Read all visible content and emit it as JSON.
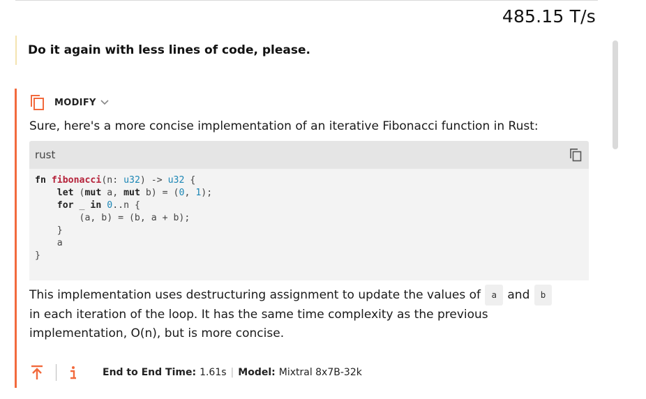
{
  "speed": "485.15 T/s",
  "user_message": "Do it again with less lines of code, please.",
  "assistant": {
    "modify_label": "MODIFY",
    "intro": "Sure, here's a more concise implementation of an iterative Fibonacci function in Rust:",
    "code_language": "rust",
    "code_lines": [
      "fn fibonacci(n: u32) -> u32 {",
      "    let (mut a, mut b) = (0, 1);",
      "    for _ in 0..n {",
      "        (a, b) = (b, a + b);",
      "    }",
      "    a",
      "}"
    ],
    "explanation_part1": "This implementation uses destructuring assignment to update the values of",
    "inline_a": "a",
    "explanation_and": "and",
    "inline_b": "b",
    "explanation_part2": " in each iteration of the loop. It has the same time complexity as the previous implementation, O(n), but is more concise."
  },
  "footer": {
    "e2e_label": "End to End Time:",
    "e2e_value": "1.61s",
    "separator": "|",
    "model_label": "Model:",
    "model_value": "Mixtral 8x7B-32k"
  },
  "colors": {
    "accent": "#f26a3d",
    "user_border": "#f4e3b0",
    "code_header_bg": "#e5e5e5",
    "code_bg": "#f3f3f3"
  },
  "icons": [
    "copy-icon",
    "chevron-down-icon",
    "arrow-up-icon",
    "info-icon"
  ]
}
